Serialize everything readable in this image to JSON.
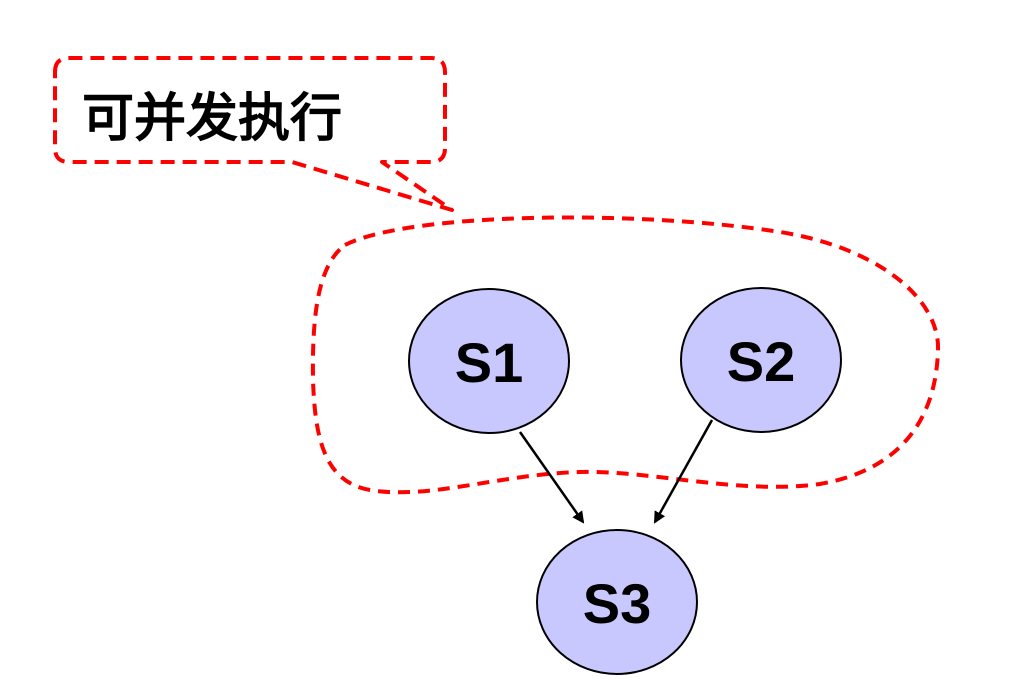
{
  "callout": {
    "text": "可并发执行"
  },
  "nodes": [
    {
      "id": "S1",
      "label": "S1"
    },
    {
      "id": "S2",
      "label": "S2"
    },
    {
      "id": "S3",
      "label": "S3"
    }
  ],
  "edges": [
    {
      "from": "S1",
      "to": "S3"
    },
    {
      "from": "S2",
      "to": "S3"
    }
  ],
  "colors": {
    "node_fill": "#c8c8ff",
    "node_stroke": "#000000",
    "dashed_outline": "#ff0000",
    "arrow": "#000000"
  }
}
